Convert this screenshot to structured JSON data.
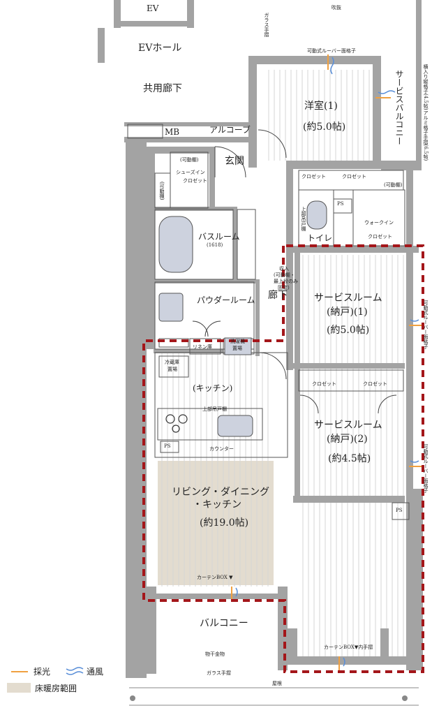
{
  "plan": {
    "common": {
      "ev": "EV",
      "ev_hall": "EVホール",
      "corridor": "共用廊下",
      "fukinuke": "吹抜",
      "glass_rail_top": "ガラス手摺",
      "mb": "MB",
      "alcove": "アルコーブ"
    },
    "rooms": {
      "western_name": "洋室(1)",
      "western_size": "(約5.0帖)",
      "service_balcony": "サービスバルコニー",
      "louver_lattice_top": "可動式ルーバー面格子",
      "right_wall_note": "横入り縦格子(4.5帖)アルミ格子手摺(6.5帖)",
      "closet_a": "クロゼット",
      "closet_b": "クロゼット",
      "movable_shelf_right": "(可動棚)",
      "walkin_a": "ウォークイン",
      "walkin_b": "クロゼット",
      "genkan": "玄関",
      "movable_shelf_shoe": "(可動棚)",
      "shoe_a": "シューズイン",
      "shoe_b": "クロゼット",
      "movable_shelf_side": "(可動棚)",
      "bath": "バスルーム",
      "bath_size": "(1618)",
      "upper_cupboard": "上部吊戸棚",
      "toilet": "トイレ",
      "storage_note_a": "収入",
      "storage_note_b": "(可動棚・",
      "storage_note_c": "最上段のみ",
      "storage_note_d": "固定)",
      "powder": "パウダールーム",
      "hallway": "廊下",
      "linen": "リネン庫",
      "laundry_a": "洗濯機",
      "laundry_b": "置場",
      "service1_a": "サービスルーム",
      "service1_b": "(納戸)(1)",
      "service1_size": "(約5.0帖)",
      "louver_right1": "可動式ルーバー面格子",
      "closet_c": "クロゼット",
      "closet_d": "クロゼット",
      "service2_a": "サービスルーム",
      "service2_b": "(納戸)(2)",
      "service2_size": "(約4.5帖)",
      "louver_right2": "可動式ルーバー面格子",
      "fridge_a": "冷蔵庫",
      "fridge_b": "置場",
      "kitchen": "(キッチン)",
      "upper_cupboard_k": "上部吊戸棚",
      "ps": "PS",
      "counter": "カウンター",
      "ldk_a": "リビング・ダイニング",
      "ldk_b": "・キッチン",
      "ldk_size": "(約19.0帖)",
      "curtain_box_ldk": "カーテンBOX ▼",
      "curtain_box_sr": "カーテンBOX▼内手摺",
      "balcony": "バルコニー",
      "laundry_pole": "物干金物",
      "glass_rail_bottom": "ガラス手摺",
      "eaves": "屋根"
    },
    "legend": {
      "light": "採光",
      "wind": "通風",
      "floor_heating": "床暖房範囲"
    },
    "colors": {
      "wall": "#a3a3a3",
      "floor_heating": "#e3dccf",
      "boundary": "#a4161a",
      "light_arrow": "#f0a040",
      "wind_arrow": "#5a8fd8",
      "fixture": "#cdd2de"
    }
  }
}
